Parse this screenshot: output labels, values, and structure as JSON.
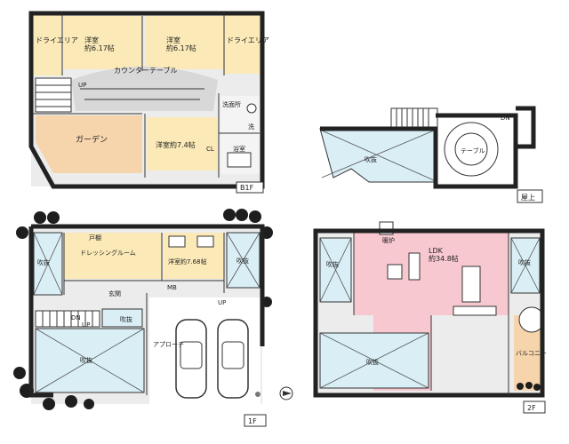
{
  "floors": {
    "b1f": {
      "tag": "B1F",
      "rooms": {
        "dry_area_left": "ドライエリア",
        "dry_area_right": "ドライエリア",
        "western_room_a": "洋室\n約6.17帖",
        "western_room_b": "洋室\n約6.17帖",
        "counter_table": "カウンターテーブル",
        "up": "UP",
        "washroom": "洗面所",
        "toilet": "洗",
        "garden": "ガーデン",
        "western_room_c": "洋室約7.4帖",
        "closet": "CL",
        "bathroom": "浴室"
      }
    },
    "rooftop": {
      "tag": "屋上",
      "rooms": {
        "void": "吹抜",
        "table": "テーブル",
        "dn": "DN"
      }
    },
    "f1": {
      "tag": "1F",
      "rooms": {
        "void_left": "吹抜",
        "void_right": "吹抜",
        "void_stair": "吹抜",
        "void_large": "吹抜",
        "shoe_closet": "戸棚",
        "dressing_room": "ドレッシングルーム",
        "western_room": "洋室約7.68帖",
        "entrance": "玄関",
        "mb": "MB",
        "dn": "DN",
        "up": "UP",
        "up_right": "UP",
        "approach": "アプローチ"
      }
    },
    "f2": {
      "tag": "2F",
      "rooms": {
        "void_left": "吹抜",
        "void_right": "吹抜",
        "void_large": "吹抜",
        "fireplace": "暖炉",
        "ldk": "LDK\n約34.8帖",
        "balcony": "バルコニー"
      }
    }
  },
  "colors": {
    "wall": "#222222",
    "room_yellow": "#fbeab7",
    "garden": "#f6d4ac",
    "void_blue": "#d9eef5",
    "ldk_pink": "#f7c8d0",
    "floor_gray": "#ececec",
    "tree": "#1e1e1e"
  }
}
